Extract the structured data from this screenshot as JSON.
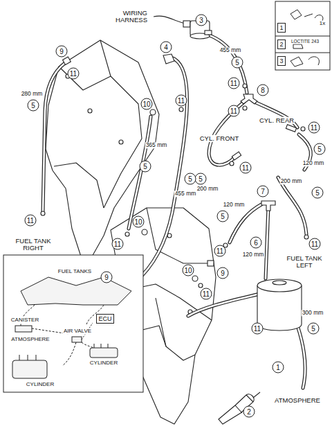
{
  "diagram": {
    "nodes": [
      {
        "text": [
          "1"
        ]
      },
      {
        "text": [
          "2"
        ]
      },
      {
        "text": [
          "3"
        ]
      },
      {
        "text": [
          "ECU"
        ]
      }
    ],
    "labels": [
      "WIRING HARNESS",
      "3",
      "9",
      "4",
      "455 mm",
      "5",
      "11",
      "280 mm",
      "5",
      "11",
      "FUEL TANK RIGHT",
      "10",
      "11",
      "11",
      "8",
      "11",
      "CYL. REAR",
      "11",
      "CYL. FRONT",
      "11",
      "5",
      "200 mm",
      "5",
      "120 mm",
      "365 mm",
      "5",
      "5",
      "455 mm",
      "200 mm",
      "5",
      "7",
      "120 mm",
      "5",
      "10",
      "11",
      "11",
      "6",
      "120 mm",
      "9",
      "11",
      "FUEL TANK LEFT",
      "9",
      "10",
      "11",
      "11",
      "300 mm",
      "5",
      "1",
      "2",
      "ATMOSPHERE",
      "FUEL TANKS",
      "CANISTER",
      "ATMOSPHERE",
      "AIR VALVE",
      "CYLINDER",
      "CYLINDER",
      "1x",
      "LOCTITE 243"
    ]
  }
}
